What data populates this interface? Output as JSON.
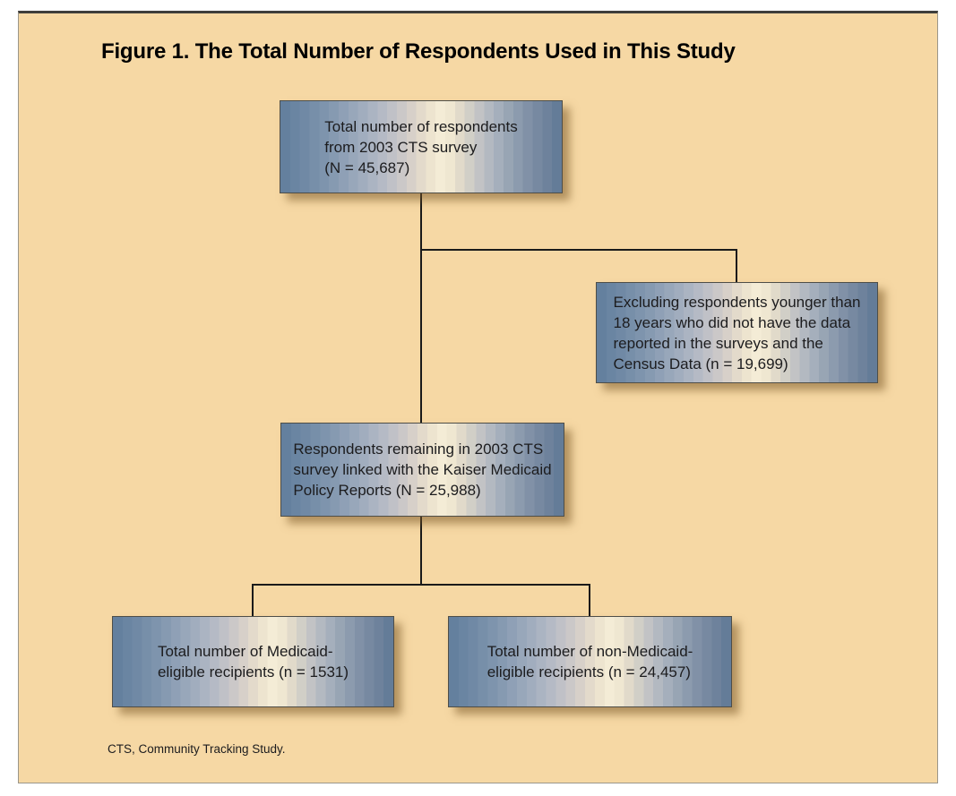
{
  "figure": {
    "title": "Figure 1. The Total Number of Respondents Used in This Study",
    "footnote": "CTS, Community Tracking Study."
  },
  "colors": {
    "panel_background": "#F6D8A4",
    "box_steel_blue": "#64809E",
    "box_highlight_cream": "#F4ECD6",
    "box_border": "#4E4E48",
    "connector": "#1A1A1A",
    "title_text": "#000000",
    "box_text": "#1C1C1E"
  },
  "flowchart": {
    "type": "flow-diagram",
    "nodes": [
      {
        "id": "total-respondents",
        "lines": [
          "Total number of respondents",
          "from 2003 CTS survey",
          "(N = 45,687)"
        ],
        "n": 45687
      },
      {
        "id": "excluded-respondents",
        "lines": [
          "Excluding respondents younger than",
          "18 years who did not have the data",
          "reported in the surveys and the",
          "Census Data (n = 19,699)"
        ],
        "n": 19699
      },
      {
        "id": "remaining-respondents",
        "lines": [
          "Respondents remaining in 2003 CTS",
          "survey linked with the Kaiser Medicaid",
          "Policy Reports (N = 25,988)"
        ],
        "n": 25988
      },
      {
        "id": "medicaid-eligible",
        "lines": [
          "Total number of Medicaid-",
          "eligible recipients (n = 1531)"
        ],
        "n": 1531
      },
      {
        "id": "non-medicaid-eligible",
        "lines": [
          "Total number of non-Medicaid-",
          "eligible recipients (n = 24,457)"
        ],
        "n": 24457
      }
    ],
    "edges": [
      {
        "from": "total-respondents",
        "to": "excluded-respondents"
      },
      {
        "from": "total-respondents",
        "to": "remaining-respondents"
      },
      {
        "from": "remaining-respondents",
        "to": "medicaid-eligible"
      },
      {
        "from": "remaining-respondents",
        "to": "non-medicaid-eligible"
      }
    ]
  }
}
